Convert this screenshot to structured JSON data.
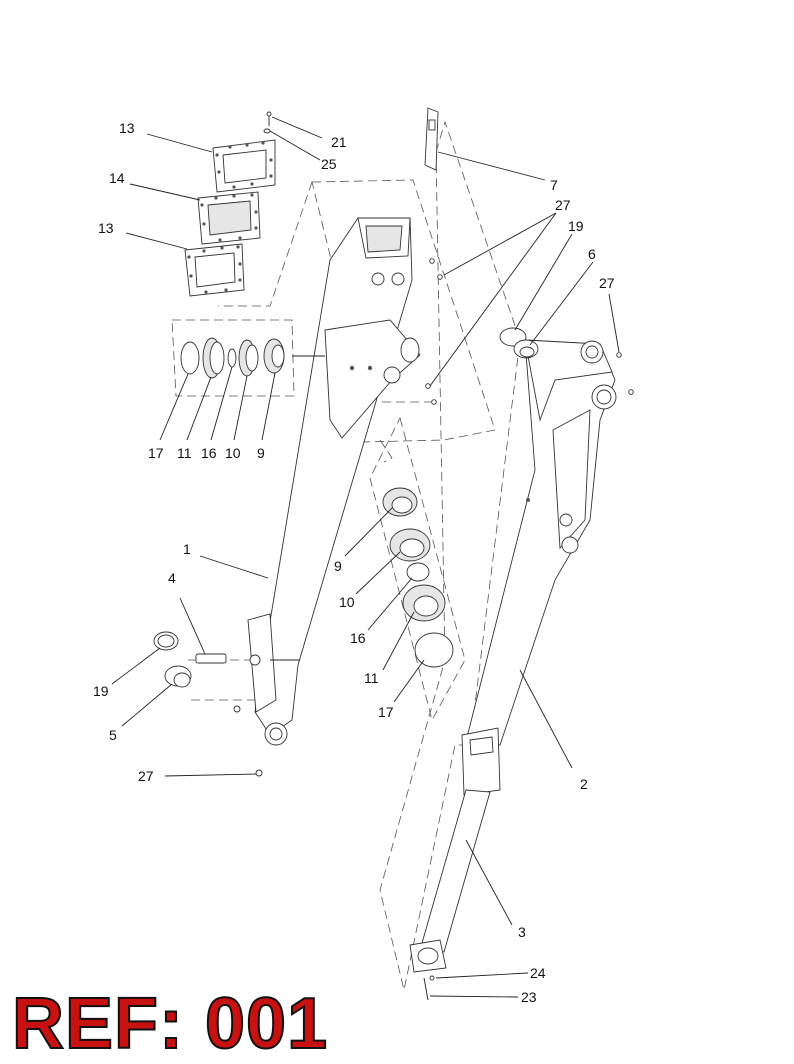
{
  "diagram": {
    "reference_label": "REF: 001",
    "callouts": [
      "13",
      "21",
      "25",
      "14",
      "13",
      "7",
      "27",
      "19",
      "6",
      "27",
      "17",
      "11",
      "16",
      "10",
      "9",
      "1",
      "4",
      "19",
      "5",
      "27",
      "9",
      "10",
      "16",
      "11",
      "17",
      "2",
      "3",
      "24",
      "23"
    ]
  }
}
